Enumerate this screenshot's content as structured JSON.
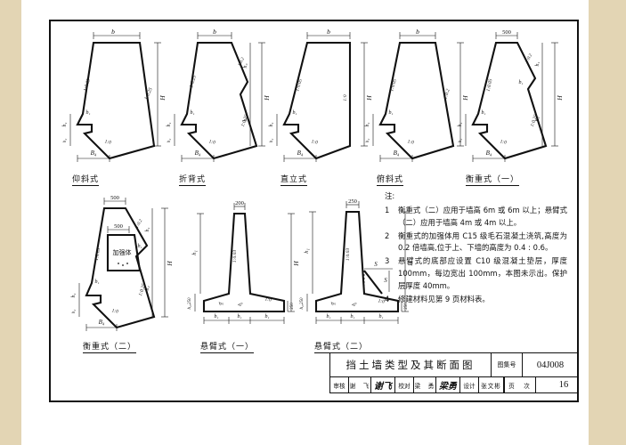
{
  "sheet": {
    "figures_row1": [
      {
        "id": "yangxie",
        "caption": "仰斜式",
        "top_label": "b",
        "slopes": [
          "1:0.05",
          "1:0.25",
          "1:0"
        ],
        "dims": [
          "H",
          "h₁",
          "h₂",
          "b₁",
          "B₄"
        ]
      },
      {
        "id": "zhebei",
        "caption": "折背式",
        "top_label": "b",
        "slopes": [
          "1:0.25",
          "1:0.2",
          "1:0.25",
          "1:0"
        ],
        "dims": [
          "H",
          "h₁",
          "h₂",
          "h₃",
          "b₁",
          "B₄"
        ]
      },
      {
        "id": "zhili",
        "caption": "直立式",
        "top_label": "b",
        "slopes": [
          "1:0.05",
          "1:0",
          "1:0"
        ],
        "dims": [
          "H",
          "h₁",
          "h₂",
          "b₁",
          "B₄"
        ]
      },
      {
        "id": "fuxie",
        "caption": "俯斜式",
        "top_label": "b",
        "slopes": [
          "1:0.05",
          "1:0.2",
          "1:0"
        ],
        "dims": [
          "H",
          "h₁",
          "h₂",
          "b₁",
          "B₄"
        ]
      },
      {
        "id": "hengzhong1",
        "caption": "衡重式（一）",
        "top_label": "500",
        "slopes": [
          "1:0.05",
          "1:0.2",
          "1:0.25",
          "1:0"
        ],
        "dims": [
          "H",
          "h₁",
          "h₂",
          "h₃",
          "b₁",
          "B₄"
        ]
      }
    ],
    "figures_row2": [
      {
        "id": "hengzhong2",
        "caption": "衡重式（二）",
        "top_label": "500",
        "inner_label": "500",
        "body_label": "加强体",
        "slopes": [
          "1:0.05",
          "1:0.2",
          "1:0.25",
          "1:0"
        ],
        "dims": [
          "H",
          "h₁",
          "h₂",
          "h₃",
          "b₁",
          "B₄"
        ]
      },
      {
        "id": "xuanbi1",
        "caption": "悬臂式（一）",
        "top_label": "200",
        "slopes": [
          "1:0.03",
          "1:0"
        ],
        "dims": [
          "H",
          "h₁",
          "h₂",
          "h₃",
          "b₀",
          "b₁",
          "b₂",
          "b₃",
          "250"
        ]
      },
      {
        "id": "xuanbi2",
        "caption": "悬臂式（二）",
        "top_label": "250",
        "slopes": [
          "1:0.03",
          "1:0"
        ],
        "dims": [
          "H",
          "h₁",
          "h₂",
          "h₃",
          "b₀",
          "b₁",
          "b₂",
          "b₃",
          "S",
          "250"
        ]
      }
    ],
    "notes": {
      "heading": "注:",
      "items": [
        {
          "num": "1",
          "text": "衡重式（二）应用于墙高 6m 或 6m 以上；悬臂式（二）应用于墙高 4m 或 4m 以上。"
        },
        {
          "num": "2",
          "text": "衡重式的加强体用 C15 级毛石混凝土浇筑,高度为 0.2 倍墙高,位于上、下墙的高度为 0.4 : 0.6。"
        },
        {
          "num": "3",
          "text": "悬臂式的底部应设置 C10 级混凝土垫层，厚度 100mm，每边宽出 100mm，本图未示出。保护层厚度 40mm。"
        },
        {
          "num": "4",
          "text": "修建材料见第 9 页材料表。"
        }
      ]
    },
    "title_block": {
      "title": "挡土墙类型及其断面图",
      "atlas_label": "图集号",
      "atlas_value": "04J008",
      "page_label": "页　次",
      "page_value": "16",
      "signatures": [
        {
          "role": "审核",
          "name": "谢　飞",
          "mark": "谢飞"
        },
        {
          "role": "校对",
          "name": "梁　勇",
          "mark": "梁勇"
        },
        {
          "role": "设计",
          "name": "张文彬",
          "mark": "张文彬"
        }
      ]
    }
  }
}
